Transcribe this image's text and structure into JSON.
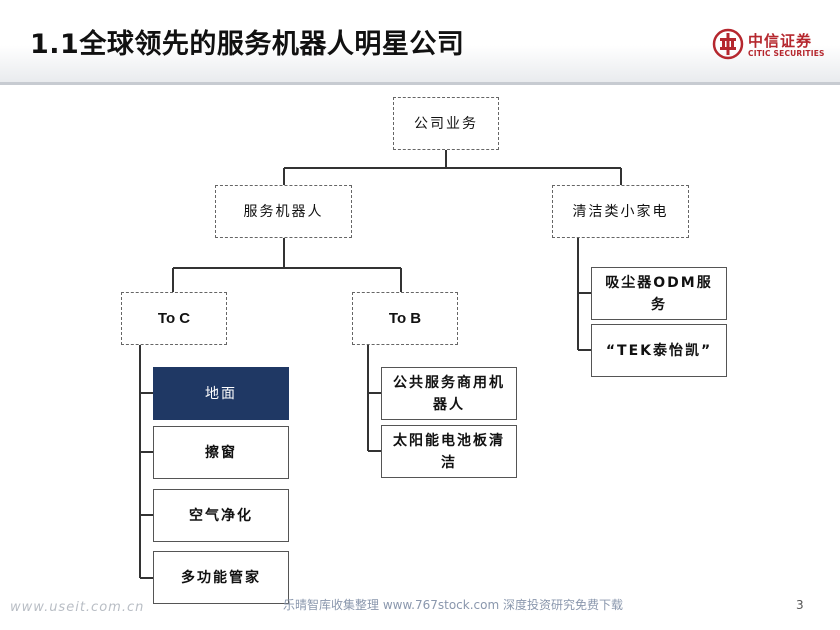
{
  "header": {
    "title": "1.1全球领先的服务机器人明星公司",
    "logo_cn": "中信证券",
    "logo_en": "CITIC SECURITIES",
    "brand_color": "#b5272e"
  },
  "diagram": {
    "root": "公司业务",
    "service_robot": "服务机器人",
    "cleaning_appliance": "清洁类小家电",
    "to_c": "To C",
    "to_b": "To B",
    "to_c_items": [
      "地面",
      "擦窗",
      "空气净化",
      "多功能管家"
    ],
    "to_b_items": [
      "公共服务商用机器人",
      "太阳能电池板清洁"
    ],
    "appliance_items": [
      "吸尘器ODM服务",
      "“TEK泰怡凯”"
    ],
    "highlight_color": "#1f3864"
  },
  "footer": {
    "watermark_left": "www.useit.com.cn",
    "watermark_center": "乐晴智库收集整理 www.767stock.com 深度投资研究免费下载",
    "page_number": "3"
  }
}
